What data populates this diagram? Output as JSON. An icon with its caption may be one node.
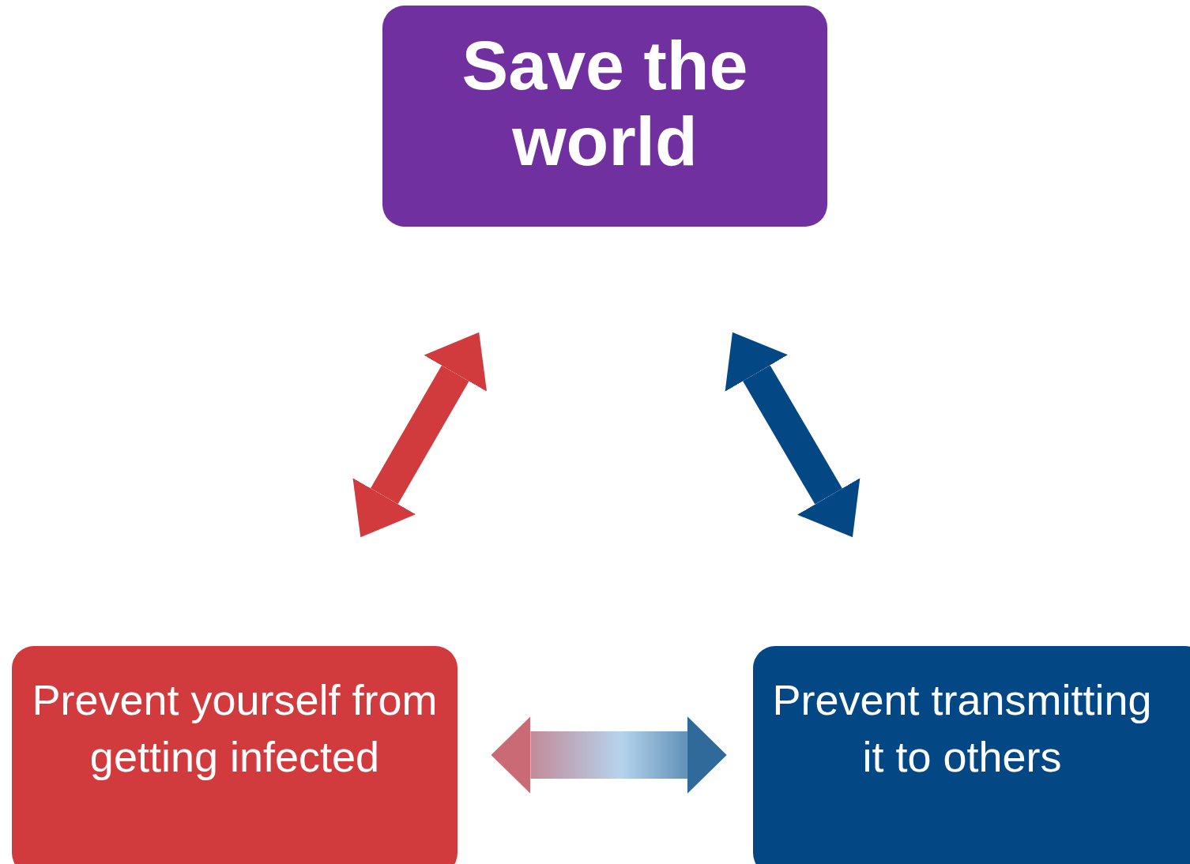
{
  "diagram": {
    "nodes": [
      {
        "text": [
          "Save the world"
        ]
      },
      {
        "text": [
          "Prevent yourself from getting infected"
        ]
      },
      {
        "text": [
          "Prevent transmitting it to others"
        ]
      }
    ],
    "edges": [
      {
        "from": 1,
        "to": 0,
        "arrow": "both",
        "color": "#d13b3e"
      },
      {
        "from": 0,
        "to": 2,
        "arrow": "both",
        "color": "#034885"
      },
      {
        "from": 1,
        "to": 2,
        "arrow": "both"
      }
    ]
  }
}
